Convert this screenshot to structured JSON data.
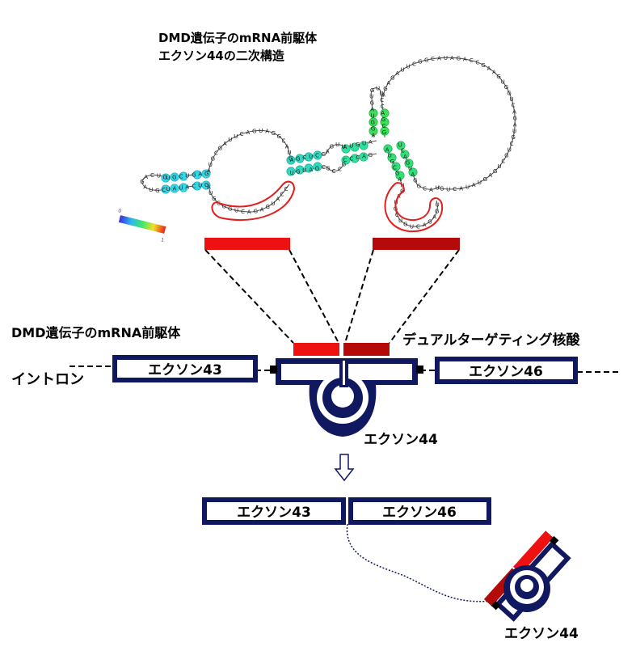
{
  "structure_title": {
    "line1": "DMD遺伝子のmRNA前駆体",
    "line2": "エクソン44の二次構造"
  },
  "colorbar": {
    "min_label": "0",
    "max_label": "1"
  },
  "pre_mrna_title": "DMD遺伝子のmRNA前駆体",
  "intron_label": "イントロン",
  "dual_targeting_label": "デュアルターゲティング核酸",
  "exons": {
    "exon43": "エクソン43",
    "exon44": "エクソン44",
    "exon46": "エクソン46"
  },
  "colors": {
    "exon_outline": "#101860",
    "target_red": "#ee1111",
    "target_dark_red": "#b40a0a",
    "helix_cyan": "#33d6e6",
    "helix_green": "#2fe07a"
  },
  "sequence_letters": "GUCAGAUGCUGCUGAGUAUACUGAUGCGAUUCAGUAGGCAUGAUGCUGUCAGAGUACCAGCUCGUGUAGCAGUUGCCGAUGUACCCAGAGGUAGUGUUCCAGCGAGAGAUUCGGCAUAGACCGAAGUG"
}
